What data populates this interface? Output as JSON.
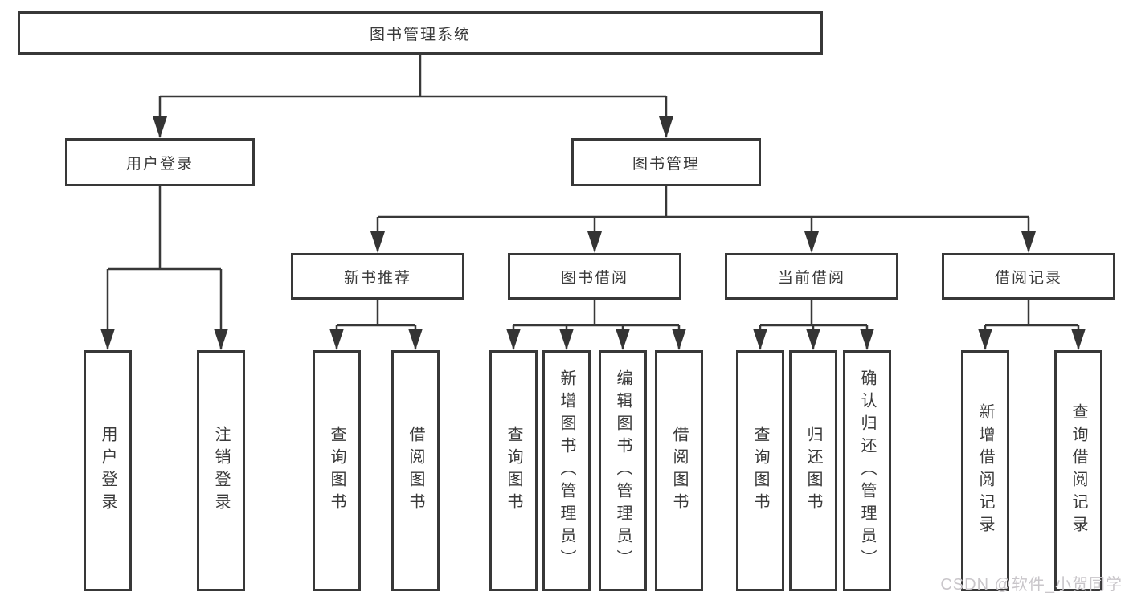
{
  "nodes": {
    "root": {
      "label": "图书管理系统"
    },
    "user_login": {
      "label": "用户登录"
    },
    "book_mgmt": {
      "label": "图书管理"
    },
    "new_book_rec": {
      "label": "新书推荐"
    },
    "book_borrow": {
      "label": "图书借阅"
    },
    "current_borrow": {
      "label": "当前借阅"
    },
    "borrow_record": {
      "label": "借阅记录"
    },
    "leaf_user_login": {
      "label": "用户登录"
    },
    "leaf_logout": {
      "label": "注销登录"
    },
    "leaf_nb_query_book": {
      "label": "查询图书"
    },
    "leaf_nb_borrow_book": {
      "label": "借阅图书"
    },
    "leaf_bw_query_book": {
      "label": "查询图书"
    },
    "leaf_bw_add_book": {
      "label": "新增图书（管理员）"
    },
    "leaf_bw_edit_book": {
      "label": "编辑图书（管理员）"
    },
    "leaf_bw_borrow_book": {
      "label": "借阅图书"
    },
    "leaf_cur_query_book": {
      "label": "查询图书"
    },
    "leaf_cur_return_book": {
      "label": "归还图书"
    },
    "leaf_cur_confirm_return": {
      "label": "确认归还（管理员）"
    },
    "leaf_rec_add_record": {
      "label": "新增借阅记录"
    },
    "leaf_rec_query_record": {
      "label": "查询借阅记录"
    }
  },
  "watermark": {
    "text": "CSDN @软件_小贺同学"
  },
  "colors": {
    "line": "#383838",
    "box_border": "#383838",
    "text": "#3a3a3a",
    "watermark": "#c9c6ca",
    "background": "#ffffff"
  }
}
